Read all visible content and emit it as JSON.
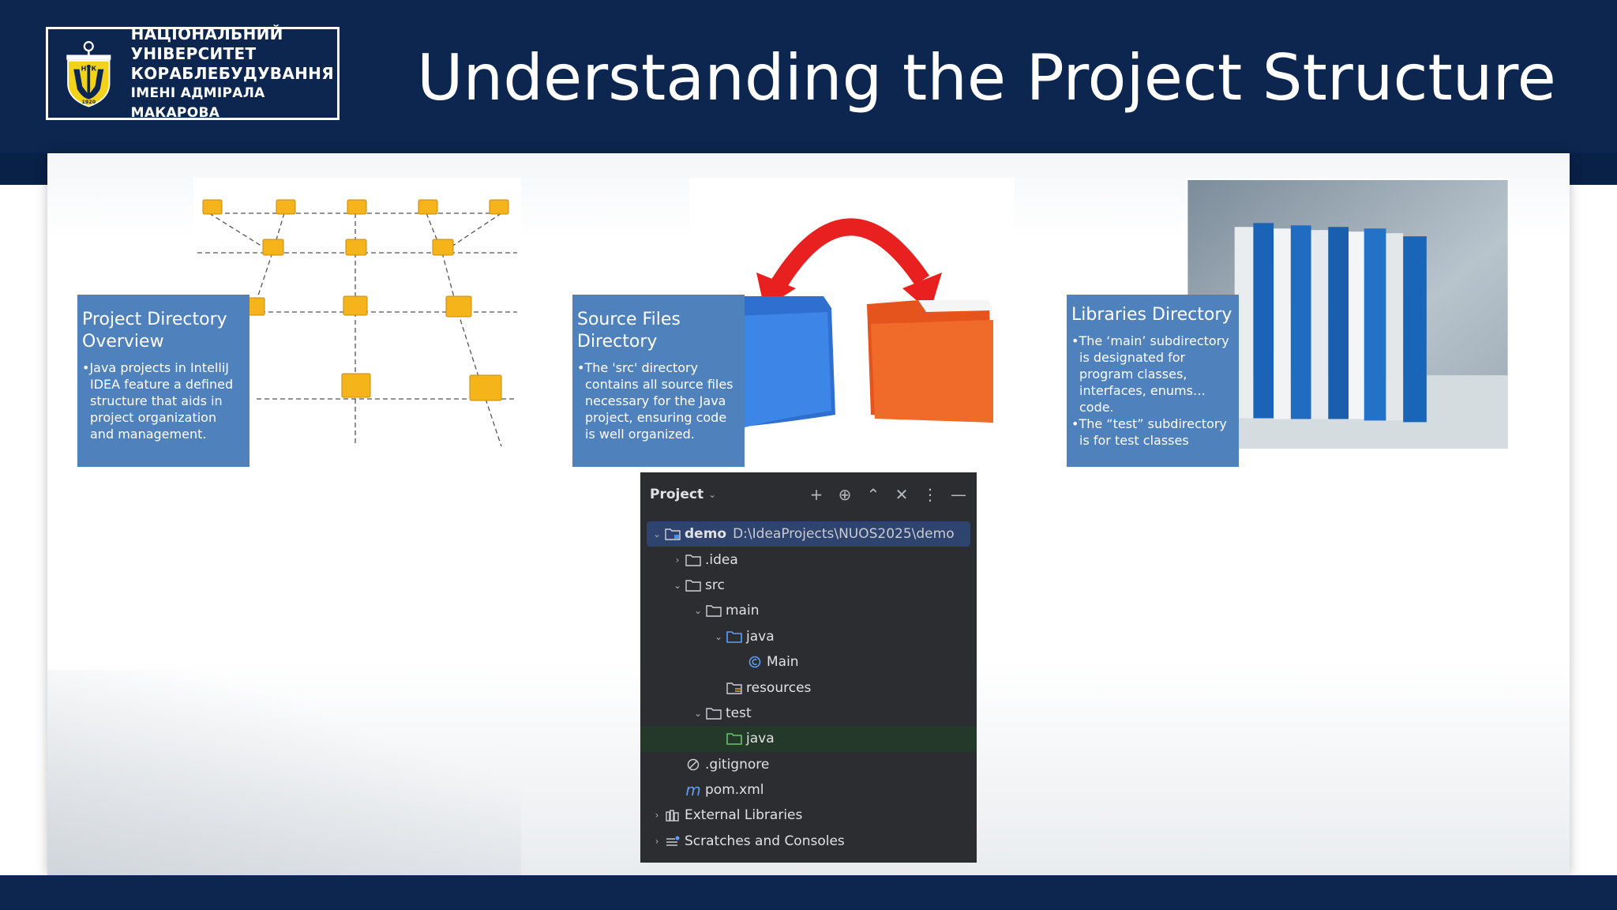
{
  "header": {
    "title": "Understanding the Project Structure",
    "logo_lines": [
      "НАЦІОНАЛЬНИЙ",
      "УНІВЕРСИТЕТ",
      "КОРАБЛЕБУДУВАННЯ",
      "ІМЕНІ АДМІРАЛА МАКАРОВА"
    ],
    "logo_seal_text": [
      "НУК",
      "1920"
    ]
  },
  "cards": [
    {
      "title": "Project Directory Overview",
      "bullets": [
        "Java projects in IntelliJ IDEA feature a defined structure that aids in project organization and management."
      ]
    },
    {
      "title": "Source Files Directory",
      "bullets": [
        "The 'src' directory contains all source files necessary for the Java project, ensuring code is well organized."
      ]
    },
    {
      "title": "Libraries Directory",
      "bullets": [
        "The ‘main’ subdirectory is designated for program classes, interfaces, enums… code.",
        "The “test” subdirectory is for test classes"
      ]
    }
  ],
  "ide_panel": {
    "title": "Project",
    "tree": [
      {
        "name": "demo",
        "path": "D:\\IdeaProjects\\NUOS2025\\demo",
        "depth": 0,
        "expanded": true,
        "icon": "module-folder-icon",
        "selected": true
      },
      {
        "name": ".idea",
        "depth": 1,
        "expanded": false,
        "icon": "folder-icon"
      },
      {
        "name": "src",
        "depth": 1,
        "expanded": true,
        "icon": "folder-icon"
      },
      {
        "name": "main",
        "depth": 2,
        "expanded": true,
        "icon": "folder-icon"
      },
      {
        "name": "java",
        "depth": 3,
        "expanded": true,
        "icon": "source-folder-icon"
      },
      {
        "name": "Main",
        "depth": 4,
        "icon": "java-class-icon"
      },
      {
        "name": "resources",
        "depth": 3,
        "icon": "resources-folder-icon"
      },
      {
        "name": "test",
        "depth": 2,
        "expanded": true,
        "icon": "folder-icon"
      },
      {
        "name": "java",
        "depth": 3,
        "icon": "test-folder-icon",
        "highlighted": true
      },
      {
        "name": ".gitignore",
        "depth": 1,
        "icon": "ignore-file-icon"
      },
      {
        "name": "pom.xml",
        "depth": 1,
        "icon": "maven-icon"
      },
      {
        "name": "External Libraries",
        "depth": 0,
        "expanded": false,
        "icon": "libraries-icon"
      },
      {
        "name": "Scratches and Consoles",
        "depth": 0,
        "expanded": false,
        "icon": "scratches-icon"
      }
    ]
  },
  "colors": {
    "header_bg": "#0c2650",
    "card_bg": "#4f81bd",
    "ide_bg": "#2b2d30",
    "ide_selection": "#2e436e",
    "accent_red": "#e8201f"
  }
}
